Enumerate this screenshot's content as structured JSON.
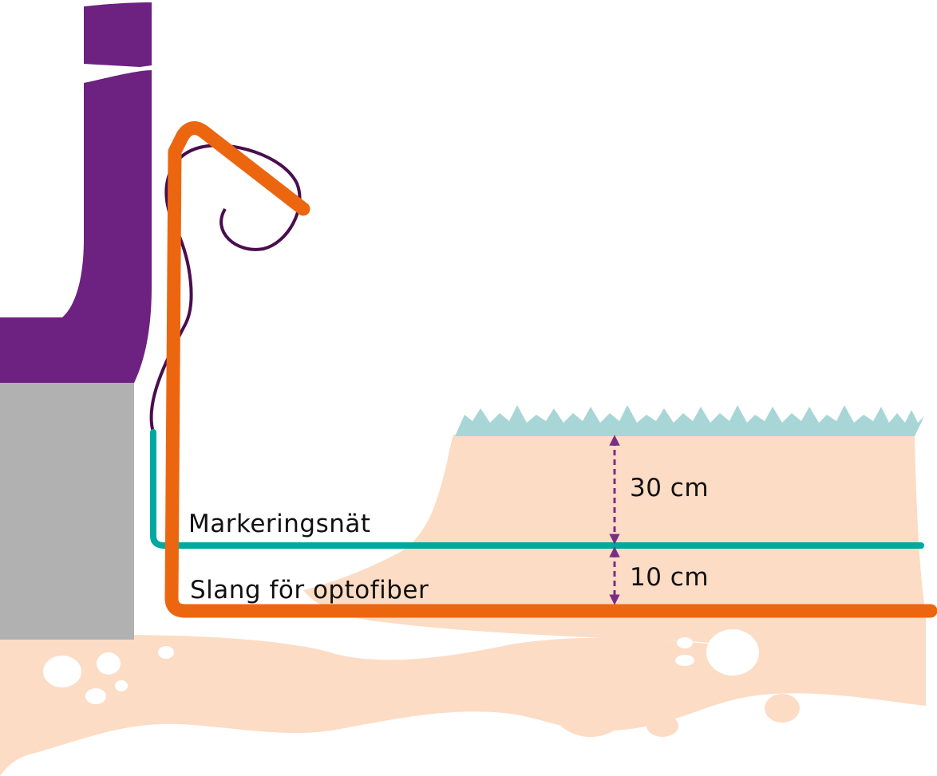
{
  "labels": {
    "marker_net": "Markeringsnät",
    "fiber_hose": "Slang för optofiber",
    "depth_top": "30 cm",
    "depth_bottom": "10 cm"
  },
  "colors": {
    "house_purple": "#6d2180",
    "foundation_gray": "#b1b1b1",
    "soil": "#fcdcc4",
    "grass": "#a8d6d7",
    "marker_net_teal": "#00a89f",
    "hose_orange": "#ec6610",
    "cable_dark_purple": "#4a0d4e",
    "dimension_arrow": "#7b2d86",
    "stone": "#ffffff"
  }
}
